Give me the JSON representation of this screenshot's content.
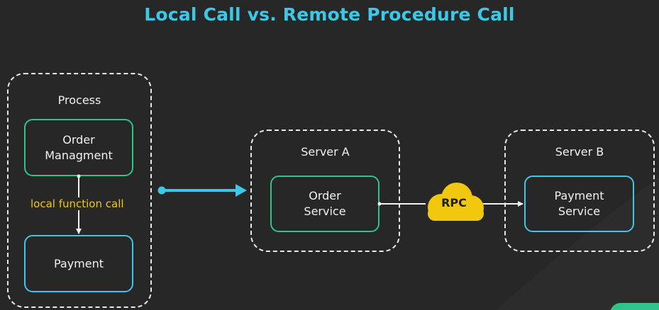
{
  "title": "Local Call vs. Remote Procedure Call",
  "process": {
    "label": "Process",
    "order": "Order\nManagment",
    "payment": "Payment",
    "call_label": "local function call"
  },
  "server_a": {
    "label": "Server A",
    "service": "Order\nService"
  },
  "server_b": {
    "label": "Server B",
    "service": "Payment\nService"
  },
  "rpc": {
    "label": "RPC"
  },
  "colors": {
    "background": "#272727",
    "title": "#3cc8e6",
    "green_border": "#2fc58a",
    "cyan_border": "#3cc8e6",
    "rpc_cloud": "#f2c80f",
    "dashed_border": "#e8e8e8"
  }
}
